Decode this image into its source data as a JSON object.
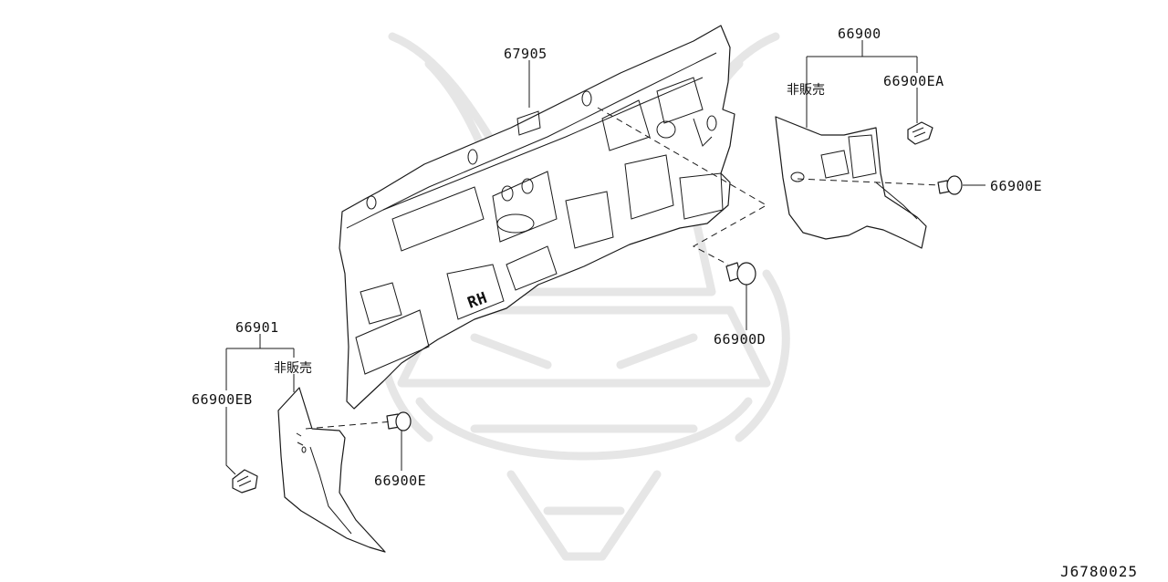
{
  "callouts": {
    "p67905": "67905",
    "p66900": "66900",
    "p66900_not_for_sale": "非販売",
    "p66900EA": "66900EA",
    "p66900E_right": "66900E",
    "p66900D": "66900D",
    "p66901": "66901",
    "p66901_not_for_sale": "非販売",
    "p66900EB": "66900EB",
    "p66900E_left": "66900E"
  },
  "panel_marking": "RH",
  "diagram_code": "J6780025"
}
